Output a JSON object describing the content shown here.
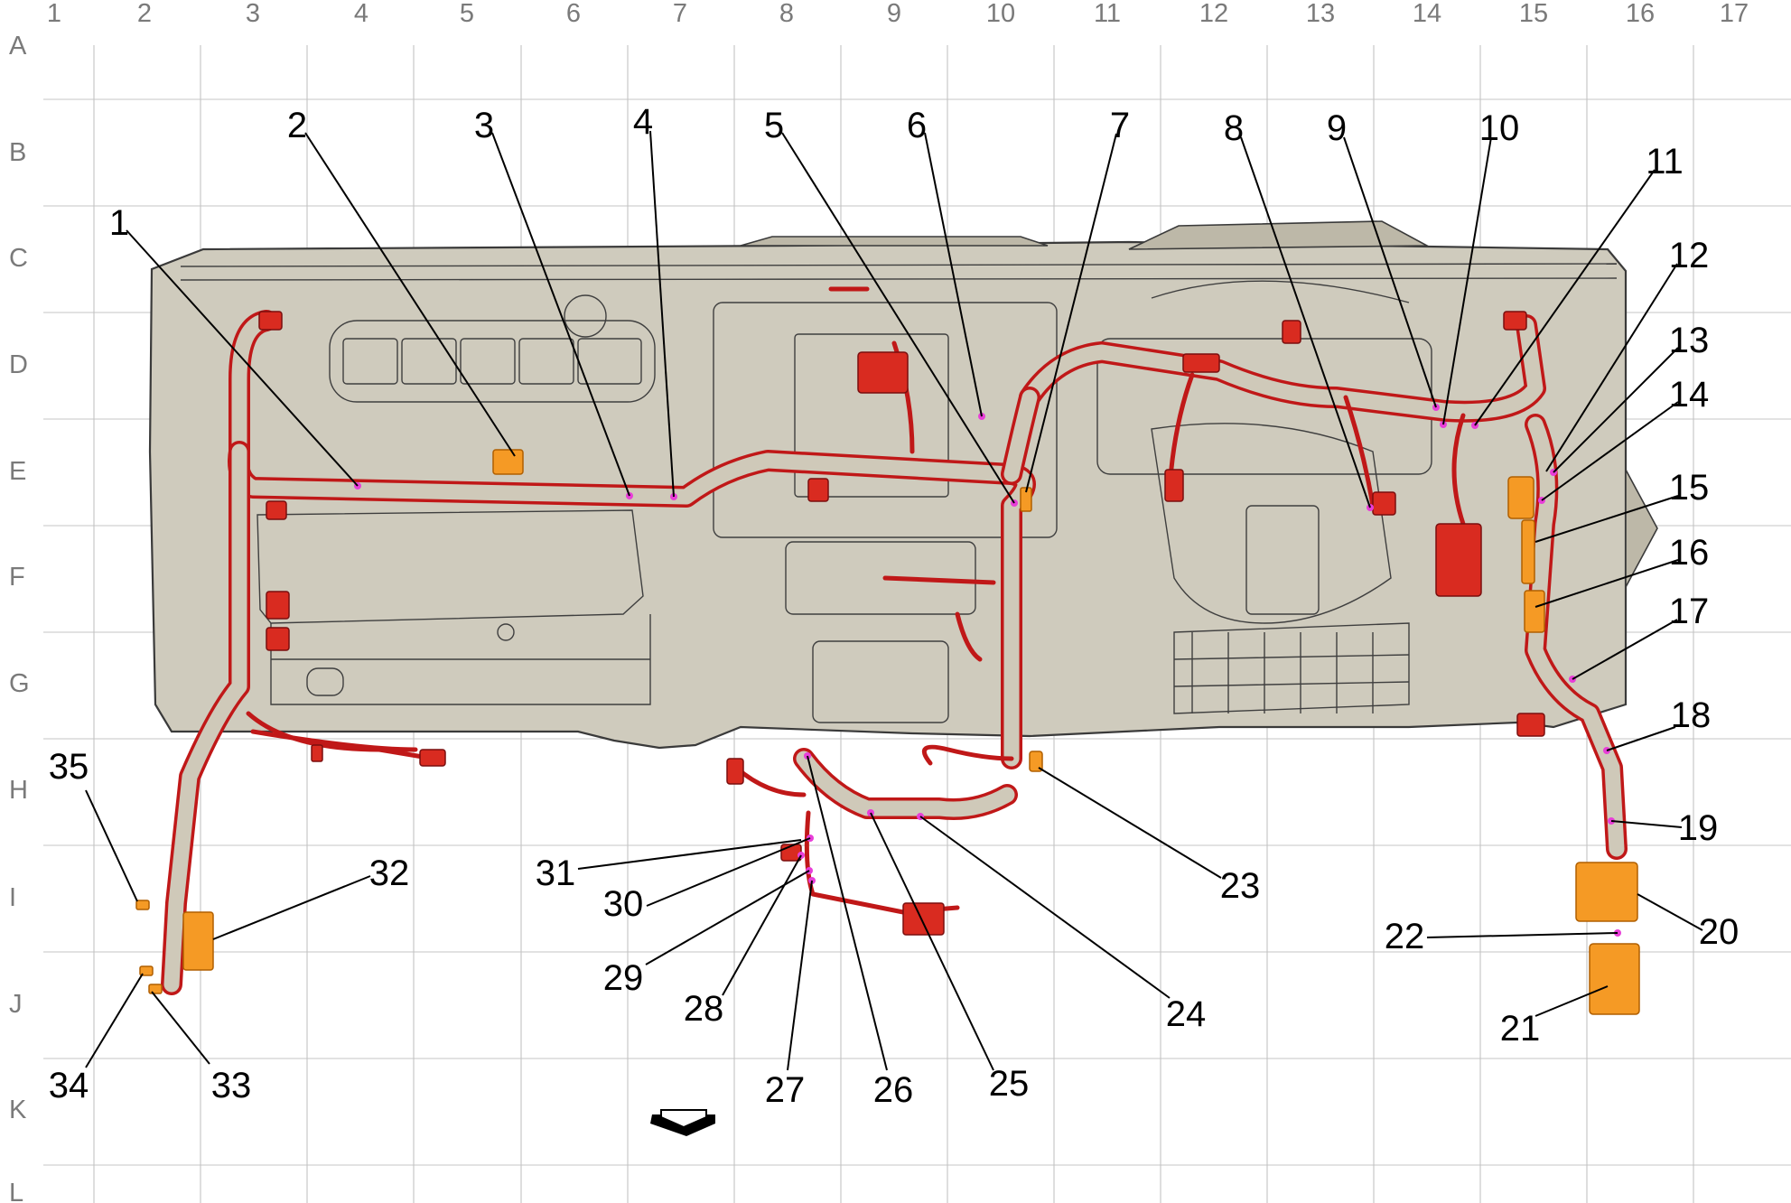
{
  "grid": {
    "columns": [
      "1",
      "2",
      "3",
      "4",
      "5",
      "6",
      "7",
      "8",
      "9",
      "10",
      "11",
      "12",
      "13",
      "14",
      "15",
      "16",
      "17"
    ],
    "rows": [
      "A",
      "B",
      "C",
      "D",
      "E",
      "F",
      "G",
      "H",
      "I",
      "J",
      "K",
      "L"
    ]
  },
  "callouts": [
    {
      "num": "1"
    },
    {
      "num": "2"
    },
    {
      "num": "3"
    },
    {
      "num": "4"
    },
    {
      "num": "5"
    },
    {
      "num": "6"
    },
    {
      "num": "7"
    },
    {
      "num": "8"
    },
    {
      "num": "9"
    },
    {
      "num": "10"
    },
    {
      "num": "11"
    },
    {
      "num": "12"
    },
    {
      "num": "13"
    },
    {
      "num": "14"
    },
    {
      "num": "15"
    },
    {
      "num": "16"
    },
    {
      "num": "17"
    },
    {
      "num": "18"
    },
    {
      "num": "19"
    },
    {
      "num": "20"
    },
    {
      "num": "21"
    },
    {
      "num": "22"
    },
    {
      "num": "23"
    },
    {
      "num": "24"
    },
    {
      "num": "25"
    },
    {
      "num": "26"
    },
    {
      "num": "27"
    },
    {
      "num": "28"
    },
    {
      "num": "29"
    },
    {
      "num": "30"
    },
    {
      "num": "31"
    },
    {
      "num": "32"
    },
    {
      "num": "33"
    },
    {
      "num": "34"
    },
    {
      "num": "35"
    }
  ],
  "icons": {
    "direction_arrow": "forward-arrow-icon"
  },
  "colors": {
    "harness": "#c01818",
    "connector_highlight": "#f59a25",
    "locator_point": "#e83ed8",
    "dashboard": "#cfcbbd"
  }
}
